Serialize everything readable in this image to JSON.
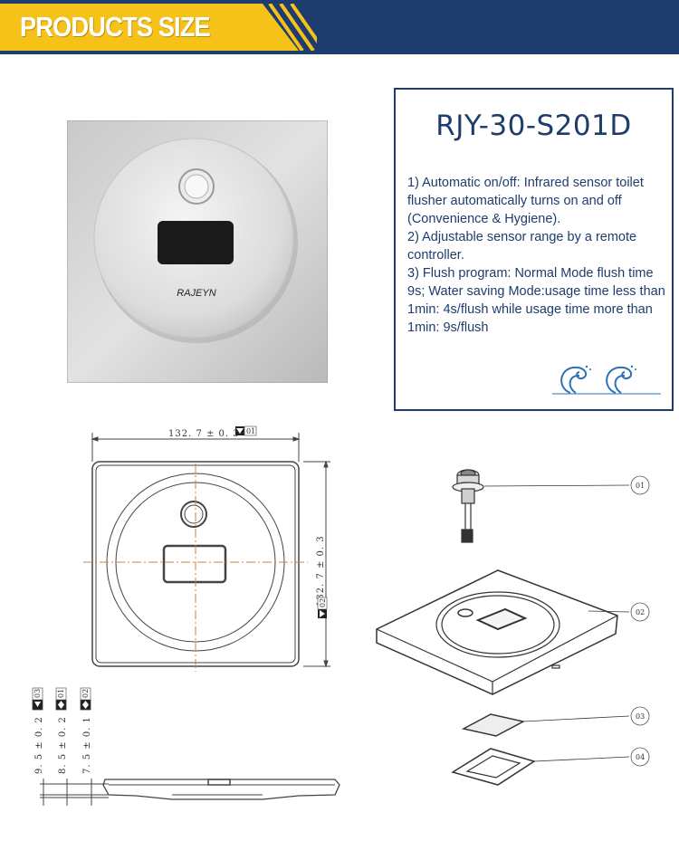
{
  "banner": {
    "title": "PRODUCTS SIZE"
  },
  "product": {
    "brand": "RAJEYN"
  },
  "info": {
    "model": "RJY-30-S201D",
    "features": [
      "1) Automatic on/off: Infrared sensor toilet flusher automatically turns on and off (Convenience & Hygiene).",
      "2) Adjustable sensor range by a remote controller.",
      "3) Flush program: Normal Mode flush time 9s; Water saving Mode:usage time less than 1min:  4s/flush while usage time more than 1min:  9s/flush"
    ]
  },
  "drawing": {
    "width_dim": "132. 7 ± 0. 3",
    "width_ref": "01",
    "height_dim": "132. 7 ± 0. 3",
    "height_ref": "02",
    "side_refs": [
      "03",
      "01",
      "02"
    ],
    "side_dims": [
      "9. 5 ± 0. 2",
      "8. 5 ± 0. 2",
      "7. 5 ± 0. 1"
    ]
  },
  "parts": {
    "callouts": [
      "01",
      "02",
      "03",
      "04"
    ]
  },
  "colors": {
    "navy": "#1f3c6e",
    "yellow": "#f5c21a"
  }
}
